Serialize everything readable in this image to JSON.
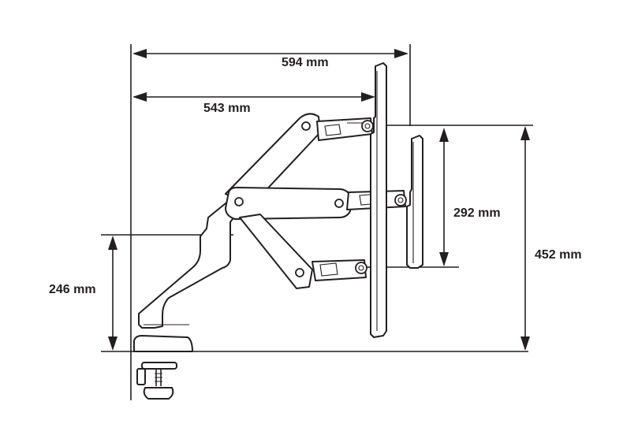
{
  "dimensions": {
    "overall_reach": "594 mm",
    "arm_reach": "543 mm",
    "tilt_travel": "292 mm",
    "total_height_range": "452 mm",
    "base_height": "246 mm"
  },
  "colors": {
    "line": "#231f20",
    "background": "#ffffff"
  }
}
